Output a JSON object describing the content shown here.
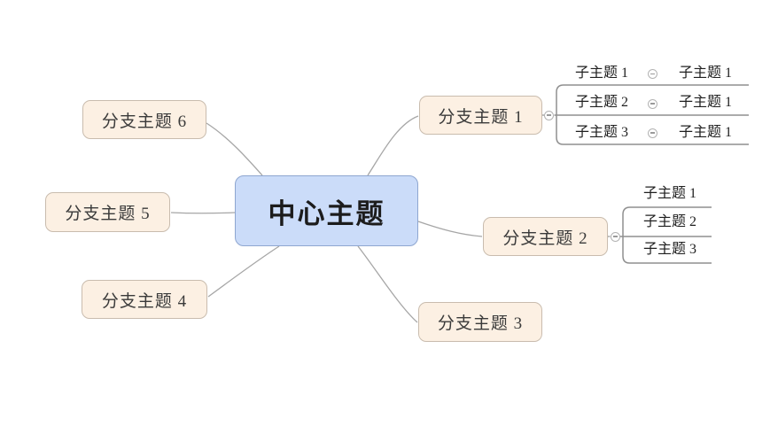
{
  "central_topic": {
    "label": "中心主题"
  },
  "branches": [
    {
      "label": "分支主题 1",
      "children": [
        {
          "label": "子主题 1",
          "children": [
            {
              "label": "子主题 1"
            }
          ]
        },
        {
          "label": "子主题 2",
          "children": [
            {
              "label": "子主题 1"
            }
          ]
        },
        {
          "label": "子主题 3",
          "children": [
            {
              "label": "子主题 1"
            }
          ]
        }
      ]
    },
    {
      "label": "分支主题 2",
      "children": [
        {
          "label": "子主题 1"
        },
        {
          "label": "子主题 2"
        },
        {
          "label": "子主题 3"
        }
      ]
    },
    {
      "label": "分支主题 3"
    },
    {
      "label": "分支主题 4"
    },
    {
      "label": "分支主题 5"
    },
    {
      "label": "分支主题 6"
    }
  ],
  "icons": {
    "collapse": "minus-circle"
  },
  "colors": {
    "background": "#ffffff",
    "central_fill": "#cbdcf9",
    "central_border": "#8ea6d0",
    "central_text": "#1c1c1c",
    "branch_fill": "#fcf0e3",
    "branch_border": "#c9bcae",
    "branch_text": "#3a3a3a",
    "subtopic_text": "#1f1f1f",
    "connector_line": "#a6a6a6",
    "underline": "#8f8f8f"
  }
}
